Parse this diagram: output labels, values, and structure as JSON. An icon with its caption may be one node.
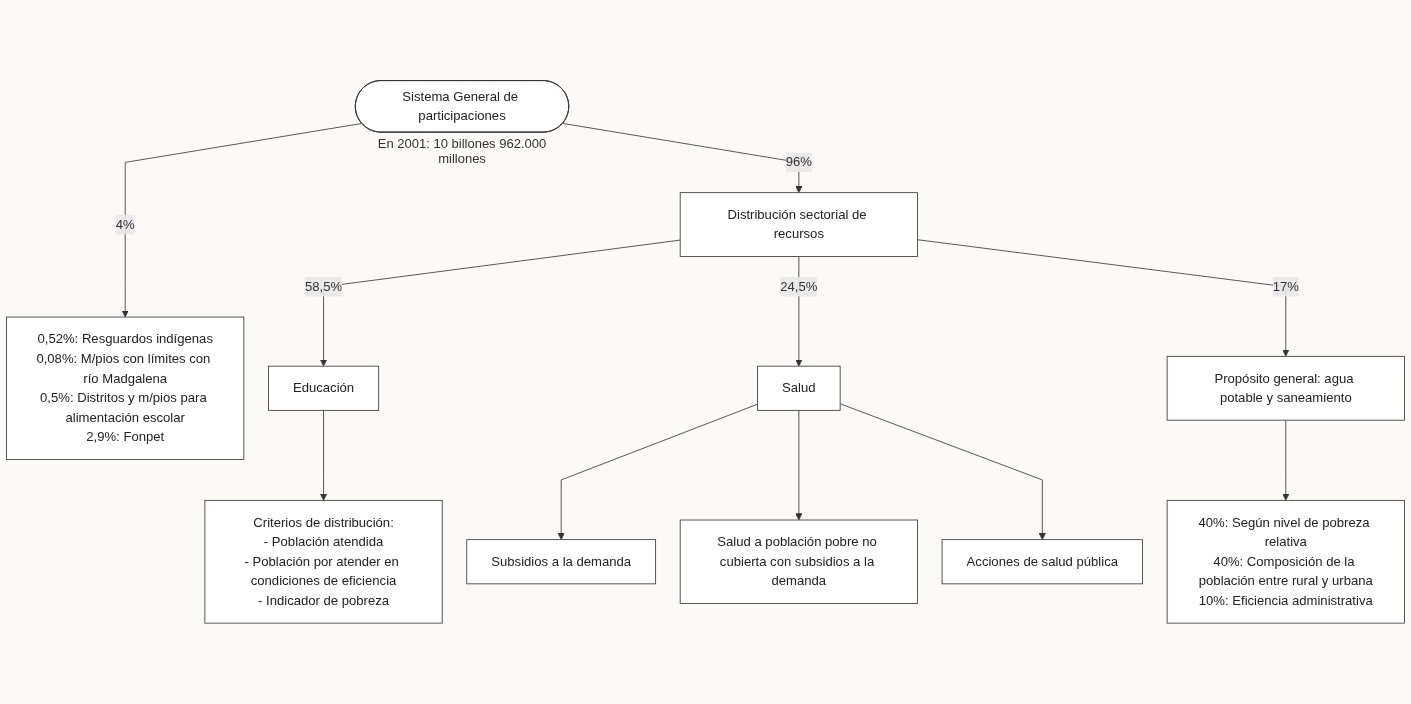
{
  "diagram": {
    "nodes": [
      {
        "text": [
          "Sistema General de participaciones"
        ],
        "beside": [
          "En 2001: 10 billones 962.000 millones"
        ]
      },
      {
        "text": [
          "0,52%: Resguardos indígenas",
          "0,08%: M/pios con límites con río Madgalena",
          "0,5%: Distritos y m/pios para alimentación escolar",
          "2,9%: Fonpet"
        ]
      },
      {
        "text": [
          "Distribución sectorial de recursos"
        ]
      },
      {
        "text": [
          "Educación"
        ]
      },
      {
        "text": [
          "Salud"
        ]
      },
      {
        "text": [
          "Propósito general: agua potable y saneamiento"
        ]
      },
      {
        "text": [
          "Criterios de distribución:",
          "- Población atendida",
          "- Población por atender en condiciones de eficiencia",
          "- Indicador de pobreza"
        ]
      },
      {
        "text": [
          "Subsidios a la demanda"
        ]
      },
      {
        "text": [
          "Salud a población pobre no cubierta con subsidios a la demanda"
        ]
      },
      {
        "text": [
          "Acciones de salud pública"
        ]
      },
      {
        "text": [
          "40%: Según nivel de pobreza relativa",
          "40%: Composición de la población entre rural y urbana",
          "10%: Eficiencia administrativa"
        ]
      }
    ],
    "edges": [
      {
        "from": 0,
        "to": 1,
        "arrow": "to",
        "label": "4%"
      },
      {
        "from": 0,
        "to": 2,
        "arrow": "to",
        "label": "96%"
      },
      {
        "from": 2,
        "to": 3,
        "arrow": "to",
        "label": "58,5%"
      },
      {
        "from": 2,
        "to": 4,
        "arrow": "to",
        "label": "24,5%"
      },
      {
        "from": 2,
        "to": 5,
        "arrow": "to",
        "label": "17%"
      },
      {
        "from": 3,
        "to": 6,
        "arrow": "to"
      },
      {
        "from": 4,
        "to": 7,
        "arrow": "to"
      },
      {
        "from": 4,
        "to": 8,
        "arrow": "to"
      },
      {
        "from": 4,
        "to": 9,
        "arrow": "to"
      },
      {
        "from": 5,
        "to": 10,
        "arrow": "to"
      }
    ]
  }
}
